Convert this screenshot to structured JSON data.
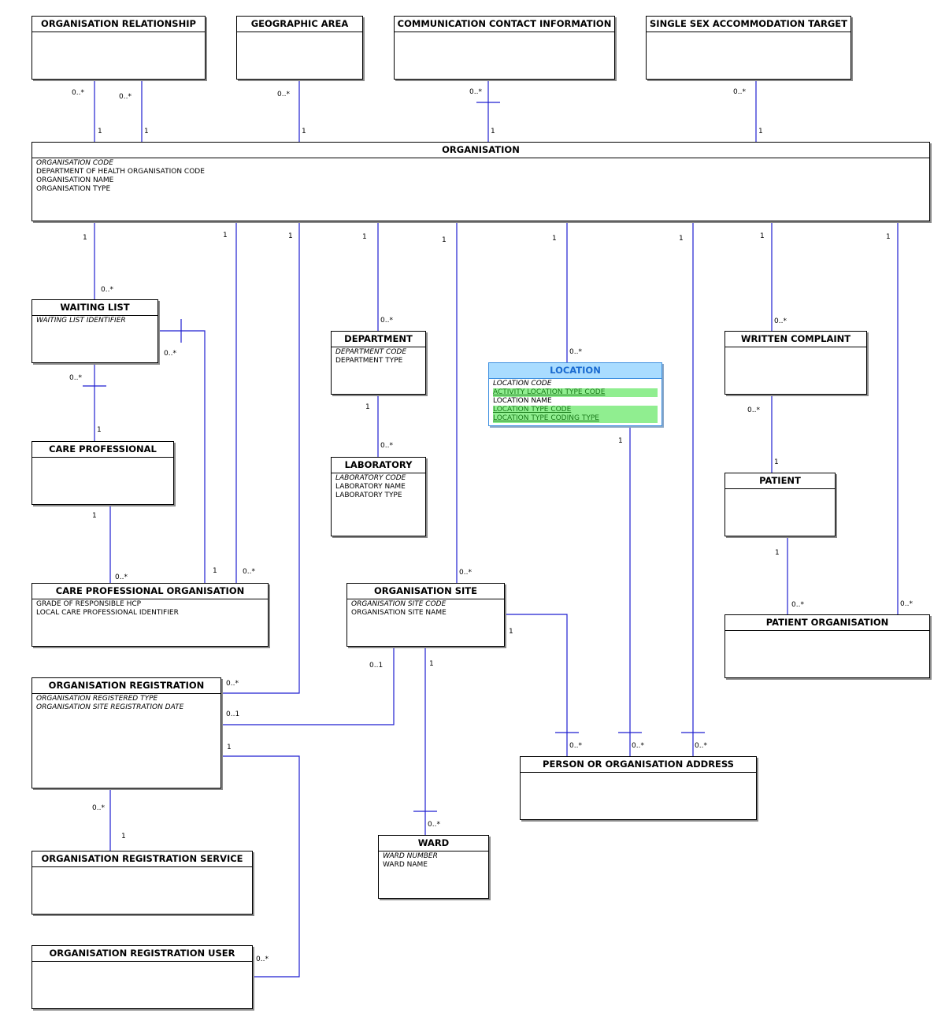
{
  "diagram": {
    "entities": {
      "organisation_relationship": {
        "title": "ORGANISATION RELATIONSHIP",
        "attributes": []
      },
      "geographic_area": {
        "title": "GEOGRAPHIC AREA",
        "attributes": []
      },
      "communication_contact_information": {
        "title": "COMMUNICATION CONTACT INFORMATION",
        "attributes": []
      },
      "single_sex_accommodation_target": {
        "title": "SINGLE SEX ACCOMMODATION TARGET",
        "attributes": []
      },
      "organisation": {
        "title": "ORGANISATION",
        "attributes": [
          {
            "text": "ORGANISATION CODE",
            "key": true
          },
          {
            "text": "DEPARTMENT OF HEALTH ORGANISATION CODE"
          },
          {
            "text": "ORGANISATION NAME"
          },
          {
            "text": "ORGANISATION TYPE"
          }
        ]
      },
      "waiting_list": {
        "title": "WAITING LIST",
        "attributes": [
          {
            "text": "WAITING LIST IDENTIFIER",
            "key": true
          }
        ]
      },
      "department": {
        "title": "DEPARTMENT",
        "attributes": [
          {
            "text": "DEPARTMENT CODE",
            "key": true
          },
          {
            "text": "DEPARTMENT TYPE"
          }
        ]
      },
      "location": {
        "title": "LOCATION",
        "selected": true,
        "attributes": [
          {
            "text": "LOCATION CODE",
            "key": true
          },
          {
            "text": "ACTIVITY LOCATION TYPE CODE",
            "highlight": true
          },
          {
            "text": "LOCATION NAME"
          },
          {
            "text": "LOCATION TYPE CODE",
            "highlight": true
          },
          {
            "text": "LOCATION TYPE CODING TYPE",
            "highlight": true
          }
        ]
      },
      "written_complaint": {
        "title": "WRITTEN COMPLAINT",
        "attributes": []
      },
      "care_professional": {
        "title": "CARE PROFESSIONAL",
        "attributes": []
      },
      "laboratory": {
        "title": "LABORATORY",
        "attributes": [
          {
            "text": "LABORATORY CODE",
            "key": true
          },
          {
            "text": "LABORATORY NAME"
          },
          {
            "text": "LABORATORY TYPE"
          }
        ]
      },
      "patient": {
        "title": "PATIENT",
        "attributes": []
      },
      "care_professional_organisation": {
        "title": "CARE PROFESSIONAL ORGANISATION",
        "attributes": [
          {
            "text": "GRADE OF RESPONSIBLE HCP"
          },
          {
            "text": "LOCAL CARE PROFESSIONAL IDENTIFIER"
          }
        ]
      },
      "organisation_site": {
        "title": "ORGANISATION SITE",
        "attributes": [
          {
            "text": "ORGANISATION SITE CODE",
            "key": true
          },
          {
            "text": "ORGANISATION SITE NAME"
          }
        ]
      },
      "patient_organisation": {
        "title": "PATIENT ORGANISATION",
        "attributes": []
      },
      "organisation_registration": {
        "title": "ORGANISATION REGISTRATION",
        "attributes": [
          {
            "text": "ORGANISATION REGISTERED TYPE",
            "key": true
          },
          {
            "text": "ORGANISATION SITE REGISTRATION DATE",
            "key": true
          }
        ]
      },
      "person_or_organisation_address": {
        "title": "PERSON OR ORGANISATION ADDRESS",
        "attributes": []
      },
      "ward": {
        "title": "WARD",
        "attributes": [
          {
            "text": "WARD NUMBER",
            "key": true
          },
          {
            "text": "WARD NAME"
          }
        ]
      },
      "organisation_registration_service": {
        "title": "ORGANISATION REGISTRATION SERVICE",
        "attributes": []
      },
      "organisation_registration_user": {
        "title": "ORGANISATION REGISTRATION USER",
        "attributes": []
      }
    },
    "cardinality": {
      "one": "1",
      "many": "0..*",
      "optional": "0..1"
    }
  }
}
